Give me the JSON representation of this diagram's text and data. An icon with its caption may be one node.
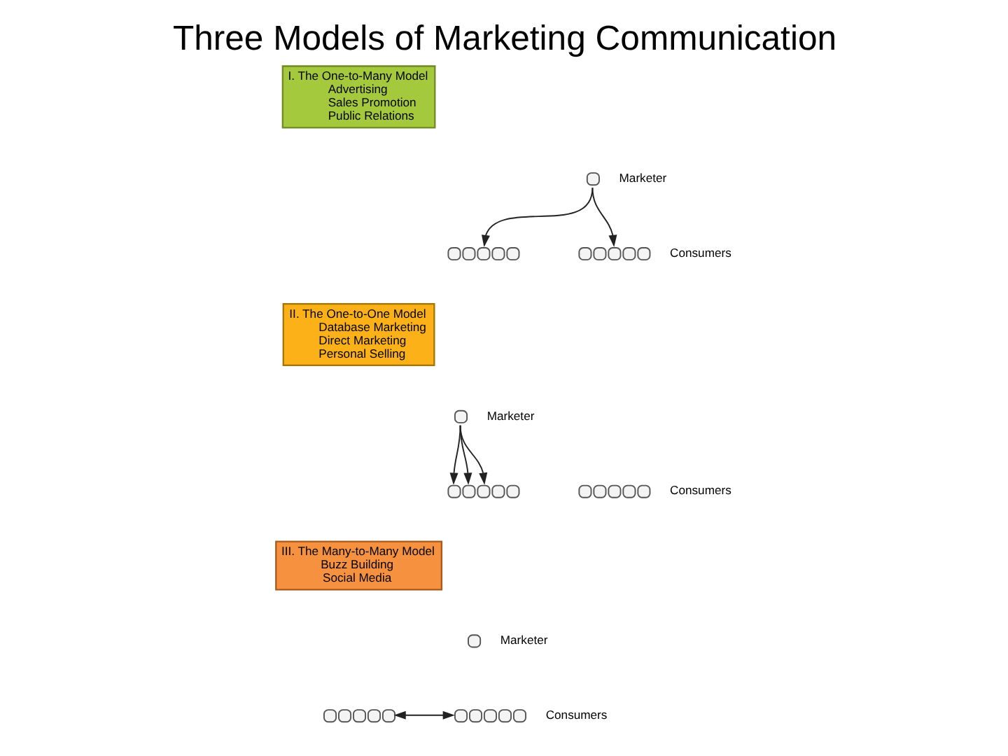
{
  "diagram": {
    "title": "Three Models of Marketing Communication",
    "nodes": [
      {
        "text": [
          "I. The One-to-Many Model",
          "Advertising",
          "Sales Promotion",
          "Public Relations"
        ]
      },
      {
        "text": [],
        "shape": "circle",
        "beside": [
          "Marketer"
        ]
      },
      {
        "text": [],
        "shape": "circle"
      },
      {
        "text": [],
        "shape": "circle",
        "beside": [
          "Consumers"
        ]
      },
      {
        "text": [
          "II. The One-to-One Model",
          "Database Marketing",
          "Direct Marketing",
          "Personal Selling"
        ]
      },
      {
        "text": [],
        "shape": "circle",
        "beside": [
          "Marketer"
        ]
      },
      {
        "text": [],
        "shape": "circle"
      },
      {
        "text": [],
        "shape": "circle",
        "beside": [
          "Consumers"
        ]
      },
      {
        "text": [
          "III. The Many-to-Many Model",
          "Buzz Building",
          "Social Media"
        ]
      },
      {
        "text": [],
        "shape": "circle",
        "beside": [
          "Marketer"
        ]
      },
      {
        "text": [],
        "shape": "circle"
      },
      {
        "text": [],
        "shape": "circle",
        "beside": [
          "Consumers"
        ]
      }
    ],
    "edges": [
      {
        "from": 1,
        "to": 2,
        "arrow": "to"
      },
      {
        "from": 1,
        "to": 3,
        "arrow": "to"
      },
      {
        "from": 5,
        "to": 6,
        "arrow": "to"
      },
      {
        "from": 5,
        "to": 6,
        "arrow": "to"
      },
      {
        "from": 5,
        "to": 6,
        "arrow": "to"
      },
      {
        "from": 10,
        "to": 11,
        "arrow": "both"
      }
    ]
  }
}
